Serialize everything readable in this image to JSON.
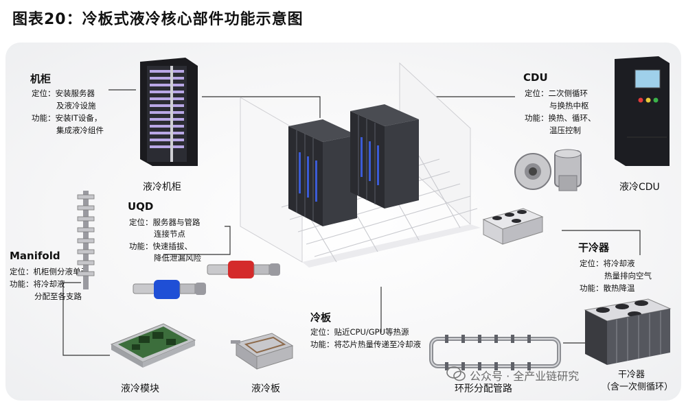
{
  "figure_title": "图表20：冷板式液冷核心部件功能示意图",
  "cabinet": {
    "heading": "机柜",
    "lines": [
      "定位：安装服务器",
      "及液冷设施",
      "功能：安装IT设备，",
      "集成液冷组件"
    ],
    "caption": "液冷机柜"
  },
  "cdu": {
    "heading": "CDU",
    "lines": [
      "定位：二次侧循环",
      "与换热中枢",
      "功能：换热、循环、",
      "温压控制"
    ],
    "caption": "液冷CDU"
  },
  "uqd": {
    "heading": "UQD",
    "lines": [
      "定位：服务器与管路",
      "连接节点",
      "功能：快速插拔、",
      "降低泄漏风险"
    ]
  },
  "manifold": {
    "heading": "Manifold",
    "lines": [
      "定位：机柜侧分液单元",
      "功能：将冷却液",
      "分配至各支路"
    ]
  },
  "dry_cooler": {
    "heading": "干冷器",
    "lines": [
      "定位：将冷却液",
      "热量排向空气",
      "功能：散热降温"
    ],
    "caption": "干冷器",
    "caption_sub": "（含一次侧循环）"
  },
  "cold_plate": {
    "heading": "冷板",
    "lines": [
      "定位：贴近CPU/GPU等热源",
      "功能：将芯片热量传递至冷却液"
    ],
    "caption": "液冷板"
  },
  "module": {
    "caption": "液冷模块"
  },
  "ring_pipe": {
    "caption": "环形分配管路"
  },
  "watermark": "公众号 · 全产业链研究",
  "colors": {
    "line": "#333333",
    "uqd_blue": "#1f4fd6",
    "uqd_red": "#d42b2b",
    "rack": "#1b1b1f"
  }
}
